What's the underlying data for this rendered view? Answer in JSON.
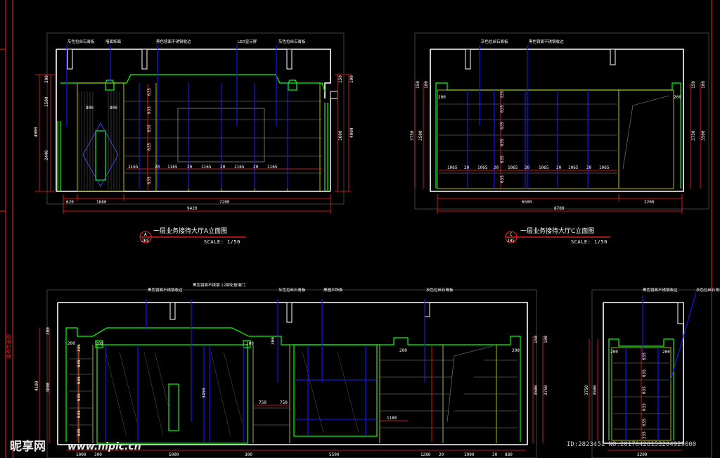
{
  "colors": {
    "background": "#000000",
    "wall": "#ffffff",
    "dim_line": "#ff2020",
    "leader": "#1a1aff",
    "trim": "#00ff00",
    "panel": "#c8c800",
    "hatch": "#a0a0a0",
    "frame": "#606060"
  },
  "side_label": "装修立面图",
  "drawings": {
    "a": {
      "title": "一层业务接待大厅A立面图",
      "scale": "SCALE: 1/50",
      "marker_top": "A",
      "marker_bottom": "JHS",
      "notes": [
        "灰色拉丝石膏板",
        "墙面饰面",
        "黑色镜面不锈钢收边",
        "LED显示屏",
        "灰色拉丝石膏板"
      ],
      "dims_bottom": [
        "620",
        "1680",
        "7200"
      ],
      "dim_total": "9420",
      "dims_row": [
        "1165",
        "20",
        "1165",
        "20",
        "1165",
        "20",
        "1165",
        "20",
        "1165"
      ],
      "dims_left": [
        "300",
        "1500",
        "4000",
        "2440"
      ],
      "dims_right": [
        "150",
        "100",
        "3600",
        "4000"
      ],
      "dims_mid": [
        "635",
        "635",
        "635",
        "635",
        "635"
      ],
      "door_dims": [
        "800",
        "800"
      ]
    },
    "c": {
      "title": "一层业务接待大厅C立面图",
      "scale": "SCALE: 1/50",
      "marker_top": "C",
      "marker_bottom": "JHS",
      "notes": [
        "灰色拉丝石膏板",
        "黑色镜面不锈钢收边"
      ],
      "dims_bottom": [
        "6500",
        "2200"
      ],
      "dim_total": "8700",
      "dims_row": [
        "1065",
        "20",
        "1065",
        "20",
        "1065",
        "20",
        "1065",
        "20",
        "1065",
        "20",
        "1065"
      ],
      "dims_left": [
        "150",
        "100",
        "3750",
        "3500"
      ],
      "dims_right": [
        "150",
        "100",
        "3750",
        "3500"
      ],
      "dims_mid": [
        "335",
        "635",
        "635",
        "635",
        "635",
        "635"
      ],
      "corner_dims": [
        "200",
        "200"
      ]
    },
    "b": {
      "notes": [
        "黑色镜面不锈钢收边",
        "黑色镜面不锈钢 12钢化玻璃门",
        "灰色拉丝石膏板",
        "黑檀木饰面",
        "灰色拉丝石膏板"
      ],
      "dims_bottom": [
        "1000",
        "300",
        "5000",
        "300",
        "5500",
        "1280",
        "20",
        "1900",
        "30",
        "880"
      ],
      "dims_left": [
        "300",
        "4100",
        "3800"
      ],
      "dims_right": [
        "150",
        "100",
        "3500",
        "3750"
      ],
      "dims_mid": [
        "335",
        "635",
        "635",
        "635",
        "635",
        "635"
      ],
      "door_dims": [
        "200",
        "200",
        "200",
        "200",
        "3450",
        "300",
        "200"
      ],
      "small_dims": [
        "750",
        "750",
        "1180"
      ]
    },
    "d": {
      "notes": [
        "黑色镜面不锈钢收边",
        "灰色拉丝石膏板"
      ],
      "dims_bottom": [
        "2200"
      ],
      "dims_left": [
        "3750",
        "3500"
      ],
      "dims_mid": [
        "635",
        "635",
        "635",
        "635",
        "635",
        "335"
      ],
      "corner_dims": [
        "200",
        "200"
      ]
    }
  },
  "watermark": {
    "site": "昵享网",
    "url": "www.nipic.cn",
    "id": "ID:2823451 NO:20170428153204929000"
  }
}
